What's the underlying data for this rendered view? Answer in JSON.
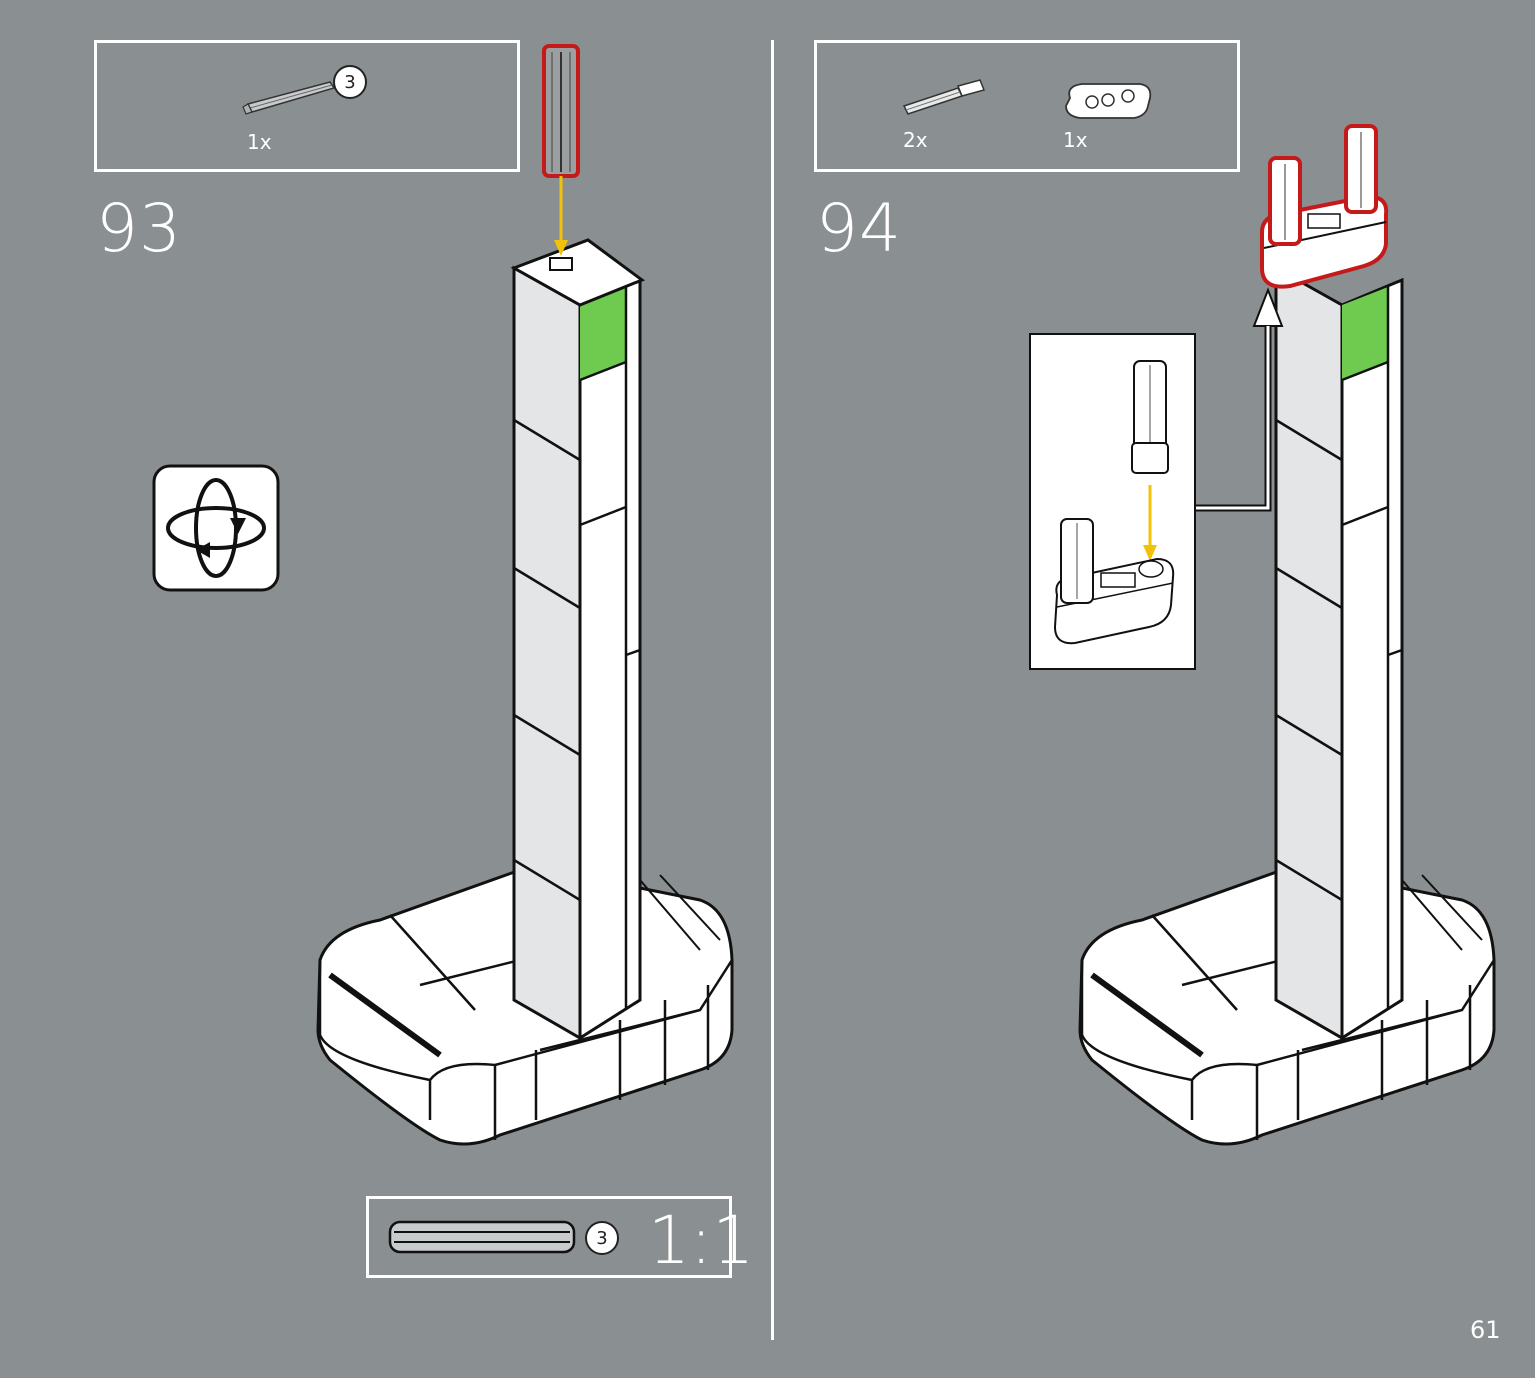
{
  "colors": {
    "background": "#8a9091",
    "highlight_red": "#c41a1a",
    "arrow_yellow": "#f2c20a",
    "green_brick": "#6ecb4f",
    "white": "#ffffff"
  },
  "step93": {
    "number": "93",
    "parts": [
      {
        "name": "axle-3",
        "quantity": "1x",
        "length_callout": "3"
      }
    ],
    "rotate_icon": "rotate-model-icon",
    "scale_box": {
      "length_callout": "3",
      "scale": "1:1"
    }
  },
  "step94": {
    "number": "94",
    "parts": [
      {
        "name": "axle-pin-with-friction",
        "quantity": "2x"
      },
      {
        "name": "liftarm-thick-1x3",
        "quantity": "1x"
      }
    ]
  },
  "page": {
    "number": "61"
  }
}
